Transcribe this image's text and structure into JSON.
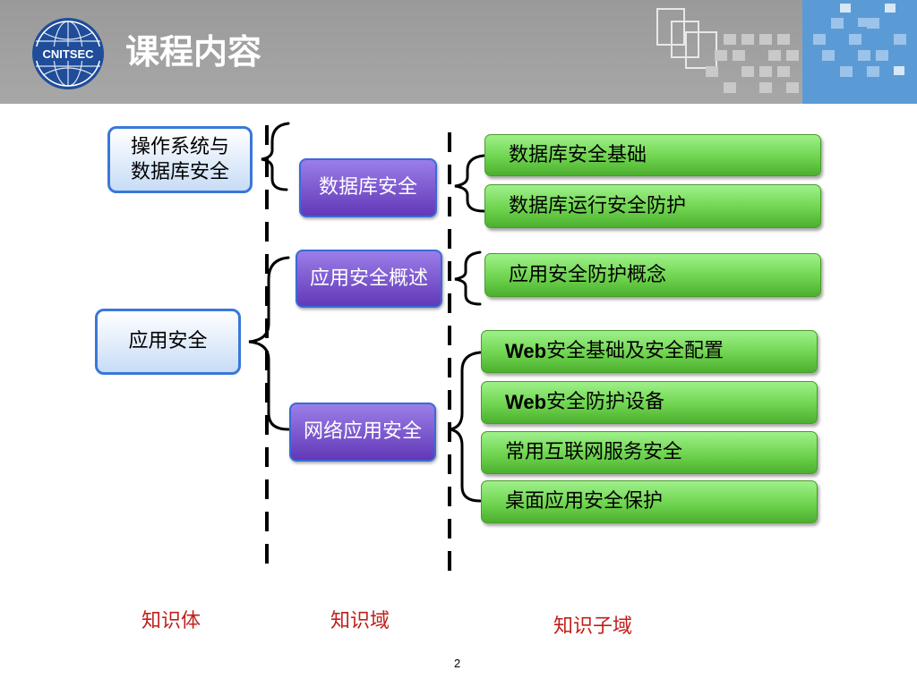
{
  "slide": {
    "title": "课程内容",
    "page_number": "2"
  },
  "level1": [
    {
      "line1": "操作系统与",
      "line2": "数据库安全"
    },
    {
      "line1": "应用安全",
      "line2": ""
    }
  ],
  "level2": [
    "数据库安全",
    "应用安全概述",
    "网络应用安全"
  ],
  "level3": [
    {
      "prefix": "",
      "text": "数据库安全基础"
    },
    {
      "prefix": "",
      "text": "数据库运行安全防护"
    },
    {
      "prefix": "",
      "text": "应用安全防护概念"
    },
    {
      "prefix": "Web",
      "text": "安全基础及安全配置"
    },
    {
      "prefix": "Web",
      "text": "安全防护设备"
    },
    {
      "prefix": "",
      "text": "常用互联网服务安全"
    },
    {
      "prefix": "",
      "text": "桌面应用安全保护"
    }
  ],
  "footer_labels": [
    "知识体",
    "知识域",
    "知识子域"
  ],
  "colors": {
    "header": "#a0a0a0",
    "header_accent": "#5b9bd5",
    "level1_border": "#3a78d8",
    "level2_fill": "#7a52d0",
    "level3_fill": "#6fd44f",
    "label_red": "#c0201c"
  },
  "logo": {
    "text": "CNITSEC"
  }
}
